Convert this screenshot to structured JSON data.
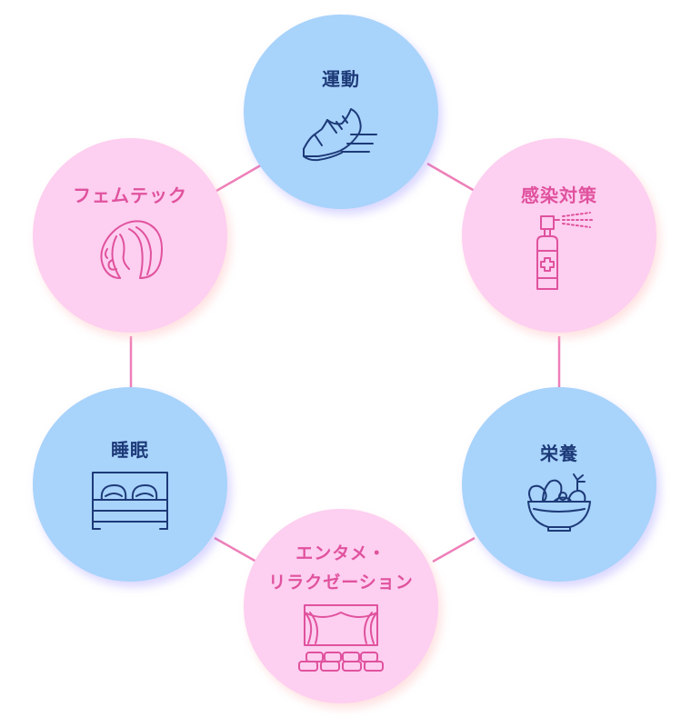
{
  "diagram": {
    "connector_color": "#ee7fb8",
    "nodes": {
      "undo": {
        "label": "運動",
        "color": "blue",
        "icon": "running-shoe-icon"
      },
      "kansen": {
        "label": "感染対策",
        "color": "pink",
        "icon": "disinfectant-spray-icon"
      },
      "eiyo": {
        "label": "栄養",
        "color": "blue",
        "icon": "salad-bowl-icon"
      },
      "enta": {
        "label_line1": "エンタメ・",
        "label_line2": "リラクゼーション",
        "color": "pink",
        "icon": "theater-stage-icon"
      },
      "suimin": {
        "label": "睡眠",
        "color": "blue",
        "icon": "bed-icon"
      },
      "femu": {
        "label": "フェムテック",
        "color": "pink",
        "icon": "woman-profile-icon"
      }
    }
  }
}
